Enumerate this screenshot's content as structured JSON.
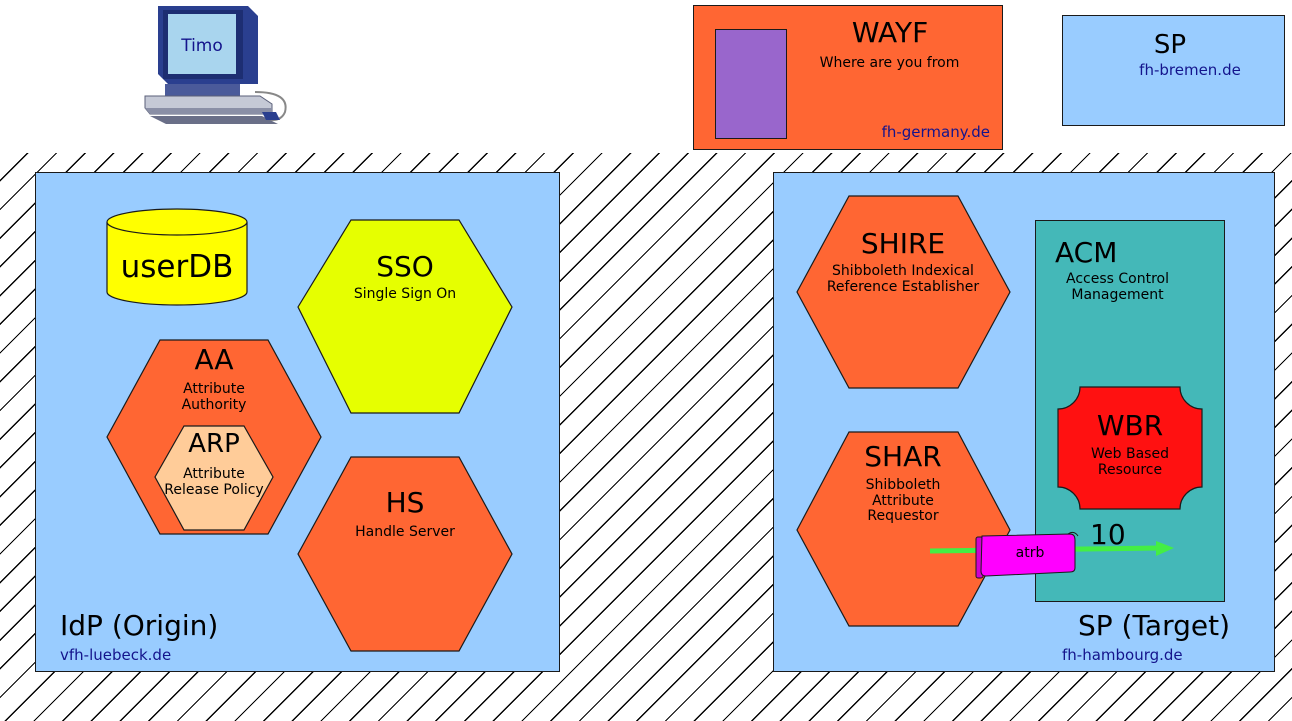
{
  "colors": {
    "domain_box": "#99ccff",
    "orange": "#ff6633",
    "yellow": "#ffff00",
    "lime": "#e6ff00",
    "peach": "#ffcc99",
    "teal": "#44b8b8",
    "red": "#ff1111",
    "purple": "#9966cc",
    "magenta": "#ff00ff",
    "green": "#44ee44",
    "link_text": "#14148c"
  },
  "client": {
    "label": "Timo",
    "icon": "computer-icon"
  },
  "wayf": {
    "title": "WAYF",
    "subtitle": "Where are you from",
    "domain": "fh-germany.de"
  },
  "sp_top": {
    "title": "SP",
    "domain": "fh-bremen.de"
  },
  "idp": {
    "title": "IdP (Origin)",
    "domain": "vfh-luebeck.de",
    "userdb": {
      "label": "userDB"
    },
    "sso": {
      "title": "SSO",
      "subtitle": "Single Sign On"
    },
    "aa": {
      "title": "AA",
      "subtitle": "Attribute Authority"
    },
    "arp": {
      "title": "ARP",
      "subtitle": "Attribute Release Policy"
    },
    "hs": {
      "title": "HS",
      "subtitle": "Handle Server"
    }
  },
  "sp_target": {
    "title": "SP (Target)",
    "domain": "fh-hambourg.de",
    "shire": {
      "title": "SHIRE",
      "subtitle": "Shibboleth Indexical Reference Establisher"
    },
    "shar": {
      "title": "SHAR",
      "subtitle": "Shibboleth Attribute Requestor"
    },
    "acm": {
      "title": "ACM",
      "subtitle": "Access Control Management"
    },
    "wbr": {
      "title": "WBR",
      "subtitle": "Web Based Resource"
    }
  },
  "flow": {
    "step": "10",
    "message": "atrb"
  }
}
